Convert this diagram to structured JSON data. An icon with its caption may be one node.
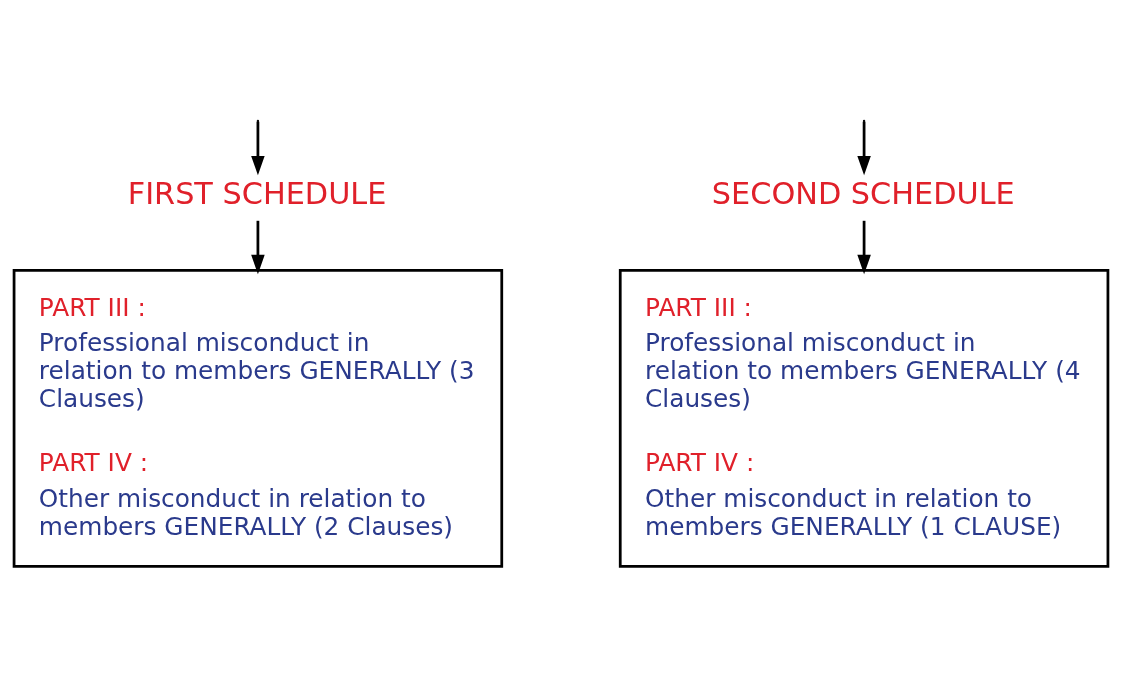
{
  "diagram": {
    "nodes": [
      {
        "text": [
          "FIRST SCHEDULE"
        ]
      },
      {
        "text": [
          "SECOND SCHEDULE"
        ]
      },
      {
        "text": [
          "PART III :",
          "Professional misconduct in relation to members GENERALLY (3 Clauses)",
          "PART IV :",
          "Other misconduct in relation to members GENERALLY (2 Clauses)"
        ]
      },
      {
        "text": [
          "PART III :",
          "Professional misconduct in relation to members GENERALLY (4 Clauses)",
          "PART IV :",
          "Other misconduct in relation to members GENERALLY (1 CLAUSE)"
        ]
      }
    ],
    "edges": [
      {
        "from": null,
        "to": 0,
        "arrow": "to"
      },
      {
        "from": null,
        "to": 1,
        "arrow": "to"
      },
      {
        "from": 0,
        "to": 2,
        "arrow": "to"
      },
      {
        "from": 1,
        "to": 3,
        "arrow": "to"
      }
    ]
  }
}
